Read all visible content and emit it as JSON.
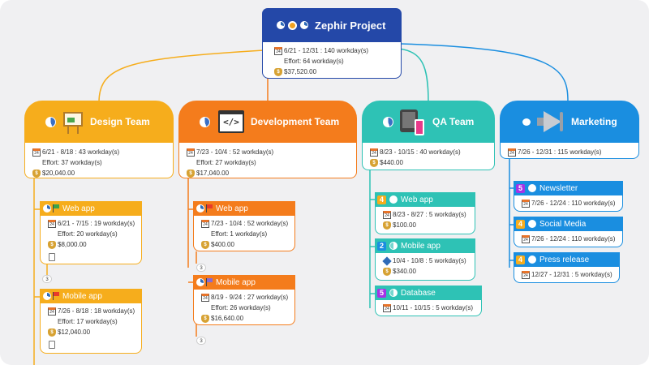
{
  "colors": {
    "design": "#f6ad1c",
    "development": "#f47c1c",
    "qa": "#2ec2b5",
    "marketing": "#1a8ee0",
    "root": "#2448a8",
    "priority_5": "#a533e6"
  },
  "root": {
    "title": "Zephir Project",
    "icons": [
      "progress-pie-icon",
      "medal-icon",
      "progress-pie-icon"
    ],
    "dates": "6/21 - 12/31 : 140 workday(s)",
    "effort": "Effort: 64 workday(s)",
    "cost": "$37,520.00"
  },
  "teams": [
    {
      "name": "Design Team",
      "icon": "easel-icon",
      "dates": "6/21 - 8/18 : 43 workday(s)",
      "effort": "Effort: 37 workday(s)",
      "cost": "$20,040.00",
      "tasks": [
        {
          "title": "Web app",
          "dates": "6/21 - 7/15 : 19 workday(s)",
          "effort": "Effort: 20 workday(s)",
          "cost": "$8,000.00",
          "has_note": true,
          "badge": "3"
        },
        {
          "title": "Mobile app",
          "dates": "7/26 - 8/18 : 18 workday(s)",
          "effort": "Effort: 17 workday(s)",
          "cost": "$12,040.00",
          "has_note": true
        }
      ]
    },
    {
      "name": "Development Team",
      "icon": "code-window-icon",
      "dates": "7/23 - 10/4 : 52 workday(s)",
      "effort": "Effort: 27 workday(s)",
      "cost": "$17,040.00",
      "tasks": [
        {
          "title": "Web app",
          "dates": "7/23 - 10/4 : 52 workday(s)",
          "effort": "Effort: 1 workday(s)",
          "cost": "$400.00",
          "badge": "3"
        },
        {
          "title": "Mobile app",
          "dates": "8/19 - 9/24 : 27 workday(s)",
          "effort": "Effort: 26 workday(s)",
          "cost": "$16,640.00",
          "badge": "3"
        }
      ]
    },
    {
      "name": "QA Team",
      "icon": "devices-icon",
      "dates": "8/23 - 10/15 : 40 workday(s)",
      "cost": "$440.00",
      "tasks": [
        {
          "priority": "4",
          "title": "Web app",
          "dates": "8/23 - 8/27 : 5 workday(s)",
          "cost": "$100.00"
        },
        {
          "priority": "2",
          "title": "Mobile app",
          "dates": "10/4 - 10/8 : 5 workday(s)",
          "cost": "$340.00"
        },
        {
          "priority": "5",
          "title": "Database",
          "dates": "10/11 - 10/15 : 5 workday(s)"
        }
      ]
    },
    {
      "name": "Marketing",
      "icon": "megaphone-icon",
      "dates": "7/26 - 12/31 : 115 workday(s)",
      "tasks": [
        {
          "priority": "5",
          "title": "Newsletter",
          "dates": "7/26 - 12/24 : 110 workday(s)"
        },
        {
          "priority": "4",
          "title": "Social Media",
          "dates": "7/26 - 12/24 : 110 workday(s)"
        },
        {
          "priority": "4",
          "title": "Press release",
          "dates": "12/27 - 12/31 : 5 workday(s)"
        }
      ]
    }
  ]
}
